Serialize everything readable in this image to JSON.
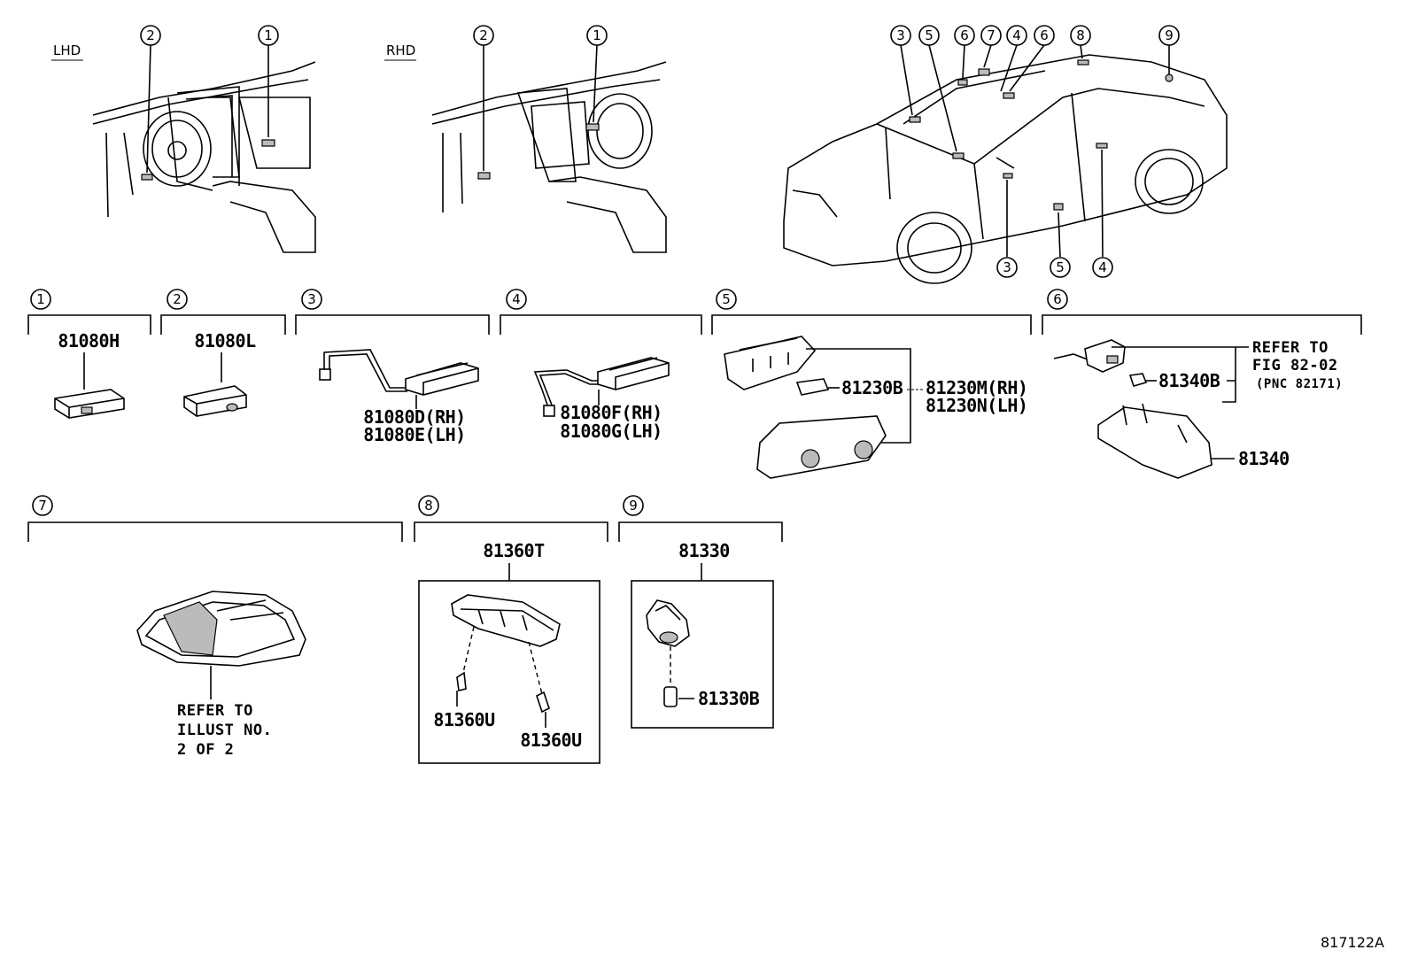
{
  "drive_labels": {
    "lhd": "LHD",
    "rhd": "RHD"
  },
  "sections": [
    {
      "id": 1,
      "parts": [
        "81080H"
      ]
    },
    {
      "id": 2,
      "parts": [
        "81080L"
      ]
    },
    {
      "id": 3,
      "parts": [
        "81080D(RH)",
        "81080E(LH)"
      ]
    },
    {
      "id": 4,
      "parts": [
        "81080F(RH)",
        "81080G(LH)"
      ]
    },
    {
      "id": 5,
      "parts": [
        "81230B",
        "81230M(RH)",
        "81230N(LH)"
      ]
    },
    {
      "id": 6,
      "parts": [
        "81340B",
        "81340"
      ],
      "refer": [
        "REFER TO",
        "FIG 82-02",
        "(PNC 82171)"
      ]
    },
    {
      "id": 7,
      "refer": [
        "REFER TO",
        "ILLUST NO.",
        "2 OF 2"
      ]
    },
    {
      "id": 8,
      "parts": [
        "81360T",
        "81360U",
        "81360U"
      ]
    },
    {
      "id": 9,
      "parts": [
        "81330",
        "81330B"
      ]
    }
  ],
  "callouts": {
    "lhd": [
      "2",
      "1"
    ],
    "rhd": [
      "2",
      "1"
    ],
    "car_top": [
      "3",
      "5",
      "6",
      "7",
      "4",
      "6",
      "8",
      "9"
    ],
    "car_bottom": [
      "3",
      "5",
      "4"
    ]
  },
  "drawing_code": "817122A"
}
